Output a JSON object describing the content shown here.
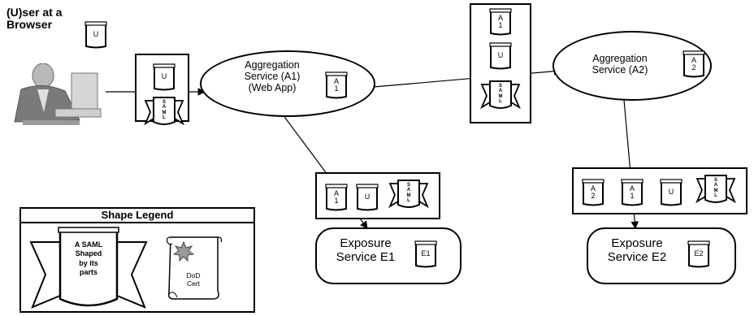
{
  "user": {
    "label_line1": "(U)ser at a",
    "label_line2": "Browser",
    "doc": "U"
  },
  "bundle_left": {
    "doc": "U",
    "saml": [
      "S",
      "A",
      "M",
      "L"
    ]
  },
  "service_a1": {
    "line1": "Aggregation",
    "line2": "Service (A1)",
    "line3": "(Web App)",
    "doc_line1": "A",
    "doc_line2": "1"
  },
  "bundle_middle": {
    "doc_a_line1": "A",
    "doc_a_line2": "1",
    "doc_u": "U",
    "saml": [
      "S",
      "A",
      "M",
      "L"
    ]
  },
  "service_a2": {
    "line1": "Aggregation",
    "line2": "Service (A2)",
    "doc_line1": "A",
    "doc_line2": "2"
  },
  "bundle_e1": {
    "doc_a_line1": "A",
    "doc_a_line2": "1",
    "doc_u": "U",
    "saml": [
      "S",
      "A",
      "M",
      "L"
    ]
  },
  "service_e1": {
    "line1": "Exposure",
    "line2": "Service E1",
    "doc": "E1"
  },
  "bundle_e2": {
    "doc_a2_line1": "A",
    "doc_a2_line2": "2",
    "doc_a1_line1": "A",
    "doc_a1_line2": "1",
    "doc_u": "U",
    "saml": [
      "S",
      "A",
      "M",
      "L"
    ]
  },
  "service_e2": {
    "line1": "Exposure",
    "line2": "Service E2",
    "doc": "E2"
  },
  "legend": {
    "title": "Shape Legend",
    "saml_line1": "A SAML",
    "saml_line2": "Shaped",
    "saml_line3": "by its",
    "saml_line4": "parts",
    "cert_line1": "DoD",
    "cert_line2": "Cert"
  }
}
